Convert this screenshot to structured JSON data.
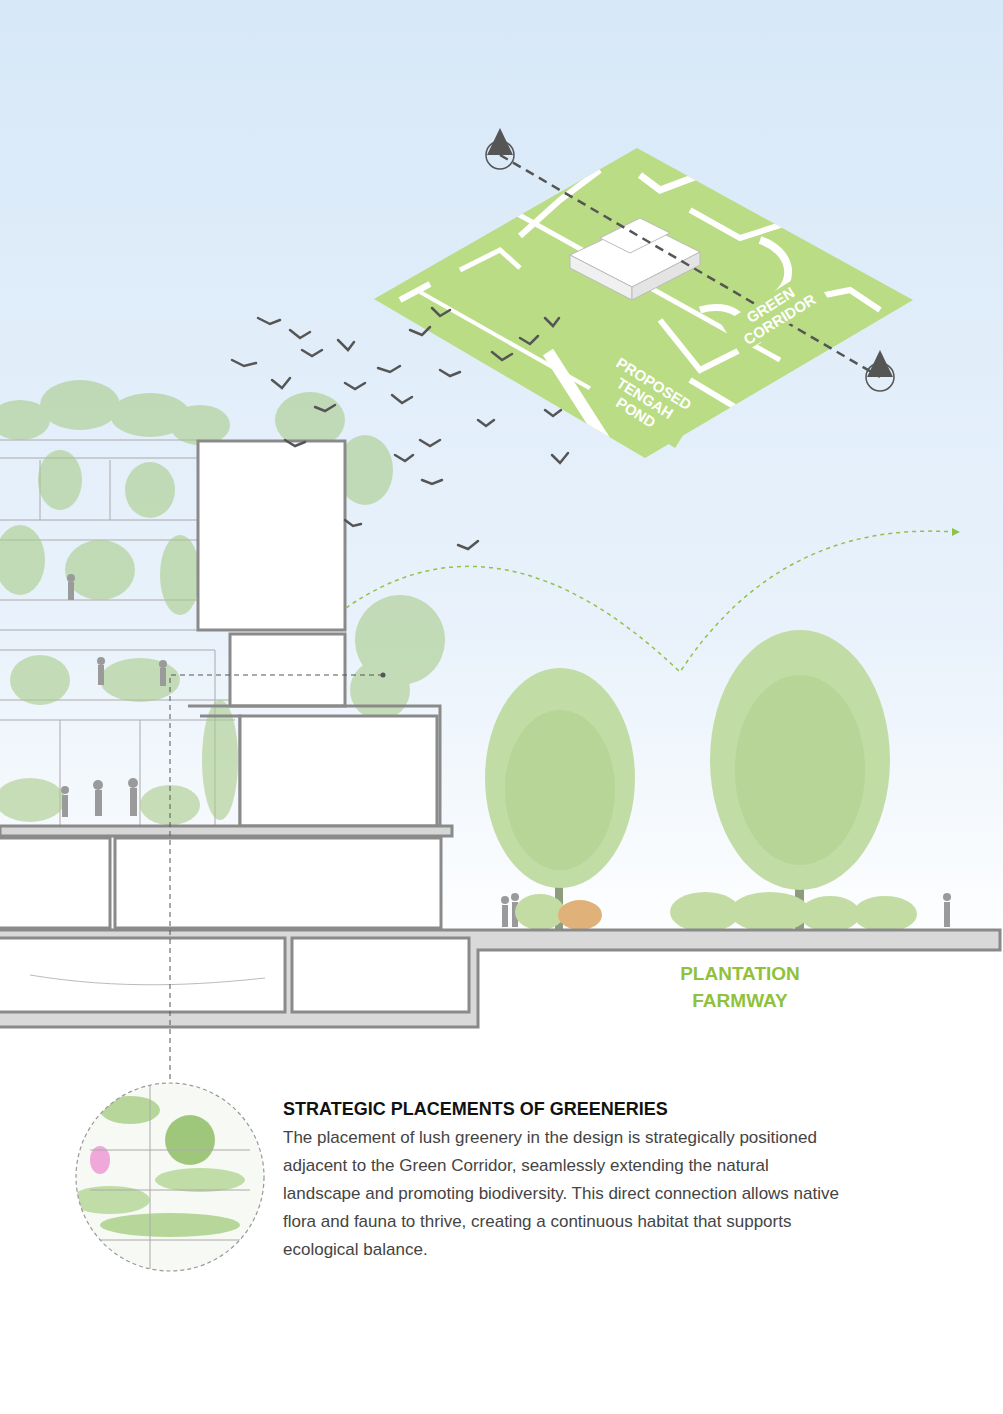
{
  "diagram": {
    "title": "STRATEGIC PLACEMENTS OF GREENERIES",
    "caption": "The placement of lush greenery in the design is strategically positioned adjacent to the Green Corridor, seamlessly extending the natural landscape and promoting biodiversity. This direct connection allows native flora and fauna to thrive, creating a continuous habitat that supports ecological balance.",
    "labels": [
      "GREEN CORRIDOR",
      "PROPOSED TENGAH POND",
      "PLANTATION FARMWAY"
    ]
  }
}
